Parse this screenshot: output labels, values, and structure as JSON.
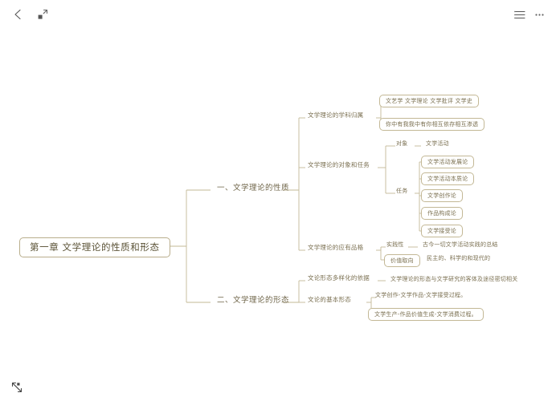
{
  "toolbar": {
    "back_icon": "back-arrow-icon",
    "expand_icon": "expand-fullscreen-icon",
    "list_icon": "outline-list-icon",
    "more_icon": "more-ellipsis-icon",
    "fit_icon": "fit-to-screen-icon"
  },
  "colors": {
    "line": "#c3b896",
    "text": "#7a6f50",
    "root_text": "#5c5438",
    "background": "#ffffff"
  },
  "mindmap": {
    "root": "第一章 文学理论的性质和形态",
    "branches": [
      {
        "label": "一、文学理论的性质",
        "children": [
          {
            "label": "文学理论的学科归属",
            "children": [
              {
                "label": "文艺学  文学理论 文学批评 文学史"
              },
              {
                "label": "你中有我我中有你相互依存相互渗透"
              }
            ]
          },
          {
            "label": "文学理论的对象和任务",
            "children": [
              {
                "label": "对象",
                "children": [
                  {
                    "label": "文学活动"
                  }
                ]
              },
              {
                "label": "任务",
                "children": [
                  {
                    "label": "文学活动发展论"
                  },
                  {
                    "label": "文学活动本质论"
                  },
                  {
                    "label": "文学创作论"
                  },
                  {
                    "label": "作品构成论"
                  },
                  {
                    "label": "文学接受论"
                  }
                ]
              }
            ]
          },
          {
            "label": "文学理论的应有品格",
            "children": [
              {
                "label": "实践性",
                "children": [
                  {
                    "label": "古今一切文学活动实践的总结"
                  }
                ]
              },
              {
                "label": "价值取向",
                "children": [
                  {
                    "label": "民主的、科学的和现代的"
                  }
                ]
              }
            ]
          }
        ]
      },
      {
        "label": "二、文学理论的形态",
        "children": [
          {
            "label": "文论形态多样化的依据",
            "children": [
              {
                "label": "文学理论的形态与文学研究的客体及途径密切相关"
              }
            ]
          },
          {
            "label": "文论的基本形态",
            "children": [
              {
                "label": "文学创作-文学作品-文学接受过程。"
              },
              {
                "label": "文学生产-作品价值生成-文学消费过程。"
              }
            ]
          }
        ]
      }
    ]
  }
}
